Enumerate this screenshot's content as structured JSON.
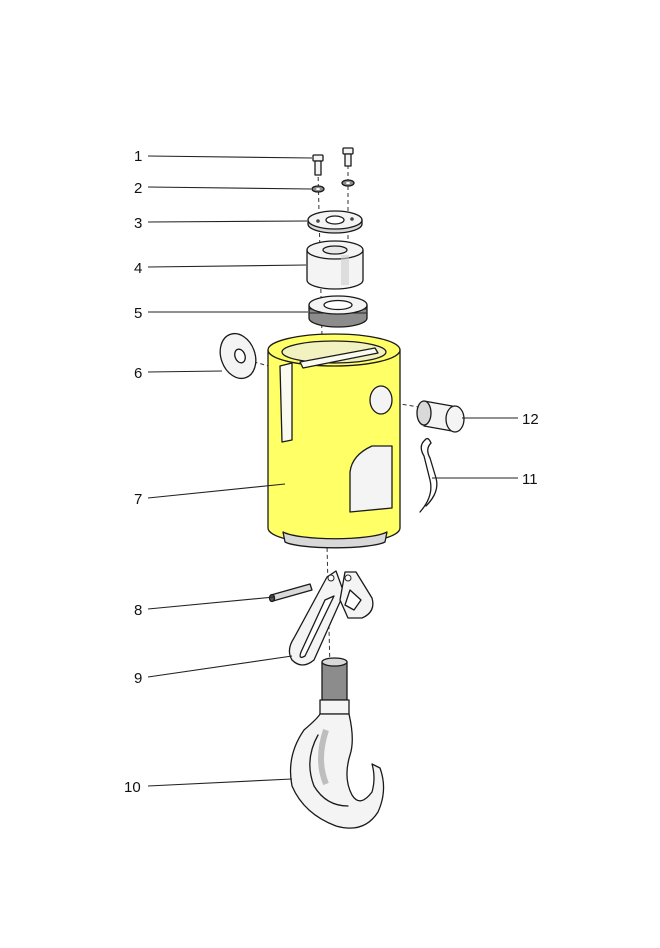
{
  "diagram": {
    "highlight_color": "#ffff66",
    "callouts": [
      {
        "id": "1",
        "label": "1"
      },
      {
        "id": "2",
        "label": "2"
      },
      {
        "id": "3",
        "label": "3"
      },
      {
        "id": "4",
        "label": "4"
      },
      {
        "id": "5",
        "label": "5"
      },
      {
        "id": "6",
        "label": "6"
      },
      {
        "id": "7",
        "label": "7"
      },
      {
        "id": "8",
        "label": "8"
      },
      {
        "id": "9",
        "label": "9"
      },
      {
        "id": "10",
        "label": "10"
      },
      {
        "id": "11",
        "label": "11"
      },
      {
        "id": "12",
        "label": "12"
      }
    ],
    "highlighted_part": "7"
  }
}
